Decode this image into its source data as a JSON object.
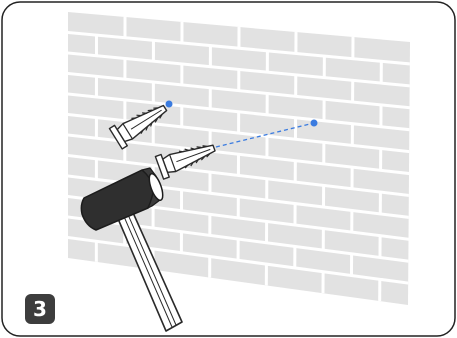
{
  "step": {
    "number": "3"
  },
  "colors": {
    "frame": "#222222",
    "wall": "#e2e2e2",
    "mortar": "#ffffff",
    "drill_mark": "#3a7be0",
    "anchor_fill": "#ffffff",
    "anchor_stroke": "#2a2a2a",
    "hammer_head": "#2f2f2f",
    "handle": "#ffffff",
    "badge": "#3d3d3d"
  },
  "illustration": {
    "wall": "brick-wall-perspective",
    "drilled_holes": 2,
    "anchors": 2,
    "tool": "hammer-icon",
    "guide_line": "dashed"
  }
}
